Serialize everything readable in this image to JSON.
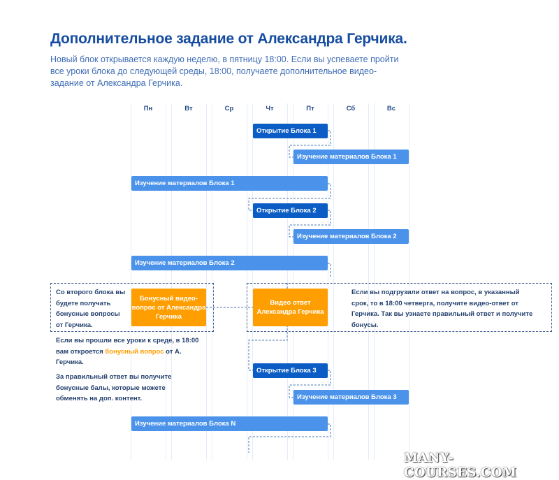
{
  "header": {
    "title": "Дополнительное задание от Александра Герчика.",
    "intro": "Новый блок открывается каждую неделю, в пятницу 18:00. Если вы успеваете пройти все уроки блока до следующей среды, 18:00, получаете дополнительное видео-задание от Александра Герчика."
  },
  "days": [
    "Пн",
    "Вт",
    "Ср",
    "Чт",
    "Пт",
    "Сб",
    "Вс"
  ],
  "bars": {
    "open1": "Открытие Блока 1",
    "study1a": "Изучение материалов Блока 1",
    "study1b": "Изучение материалов Блока 1",
    "open2": "Открытие Блока 2",
    "study2a": "Изучение материалов Блока 2",
    "study2b": "Изучение материалов Блока 2",
    "bonus_question": "Бонусный видео-вопрос от Александра Герчика",
    "video_answer": "Видео ответ Александра Герчика",
    "open3": "Открытие Блока 3",
    "study3": "Изучение материалов Блока 3",
    "studyN": "Изучение материалов Блока N"
  },
  "notes": {
    "left_box": "Со второго блока вы будете получать бонусные вопросы от Герчика.",
    "right_box": "Если вы подгрузили ответ на вопрос, в указанный срок, то в 18:00 четверга, получите видео-ответ от Герчика. Так вы узнаете правильный ответ и получите бонусы.",
    "wednesday_pre": "Если вы прошли все уроки к среде, в 18:00 вам откроется ",
    "wednesday_highlight": "бонусный вопрос",
    "wednesday_post": " от А. Герчика.",
    "reward": "За правильный ответ вы получите бонусные балы, которые можете обменять на доп. контент."
  },
  "colors": {
    "dark_blue": "#0b5cc5",
    "light_blue": "#4b93ea",
    "orange": "#ff9e00",
    "title": "#174da0"
  },
  "watermark": "MANY-COURSES.COM"
}
